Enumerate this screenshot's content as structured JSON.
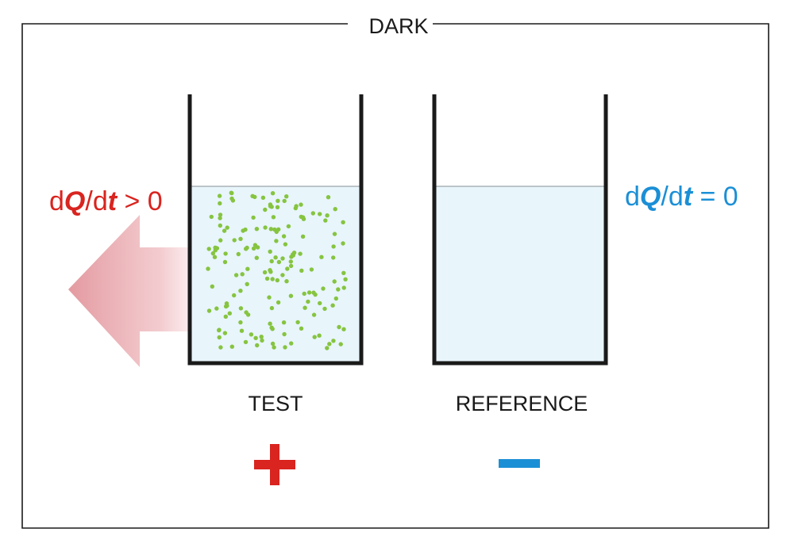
{
  "frame": {
    "title": "DARK"
  },
  "test": {
    "label": "TEST",
    "sign": "+",
    "rate_label": {
      "prefix": "d",
      "Q": "Q",
      "mid": "/d",
      "t": "t",
      "suffix": " > 0"
    },
    "rate_color": "#d9241f",
    "particle_color": "#86c440"
  },
  "reference": {
    "label": "REFERENCE",
    "sign": "−",
    "rate_label": {
      "prefix": "d",
      "Q": "Q",
      "mid": "/d",
      "t": "t",
      "suffix": " = 0"
    },
    "rate_color": "#1b8fd6"
  },
  "colors": {
    "liquid": "#e8f5fb",
    "vessel": "#1a1a1a",
    "arrow": "#e8a3a8"
  }
}
